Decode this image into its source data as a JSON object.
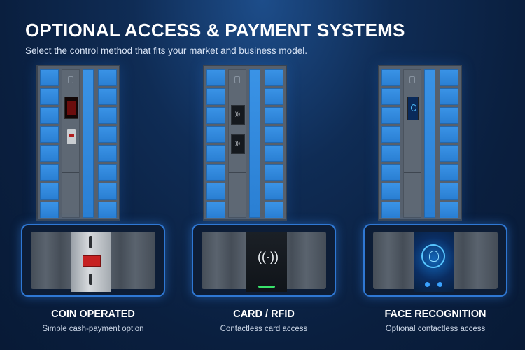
{
  "header": {
    "title": "OPTIONAL ACCESS & PAYMENT SYSTEMS",
    "subtitle": "Select the control method that fits your market and business model."
  },
  "options": [
    {
      "title": "COIN OPERATED",
      "description": "Simple cash-payment option",
      "icon": "coin-acceptor-icon"
    },
    {
      "title": "CARD / RFID",
      "description": "Contactless card access",
      "icon": "rfid-reader-icon"
    },
    {
      "title": "FACE RECOGNITION",
      "description": "Optional contactless access",
      "icon": "face-recognition-icon"
    }
  ],
  "colors": {
    "background": "#0a1f3f",
    "accent": "#2f78d4",
    "locker_door": "#3a93e6",
    "locker_body": "#56606d"
  }
}
